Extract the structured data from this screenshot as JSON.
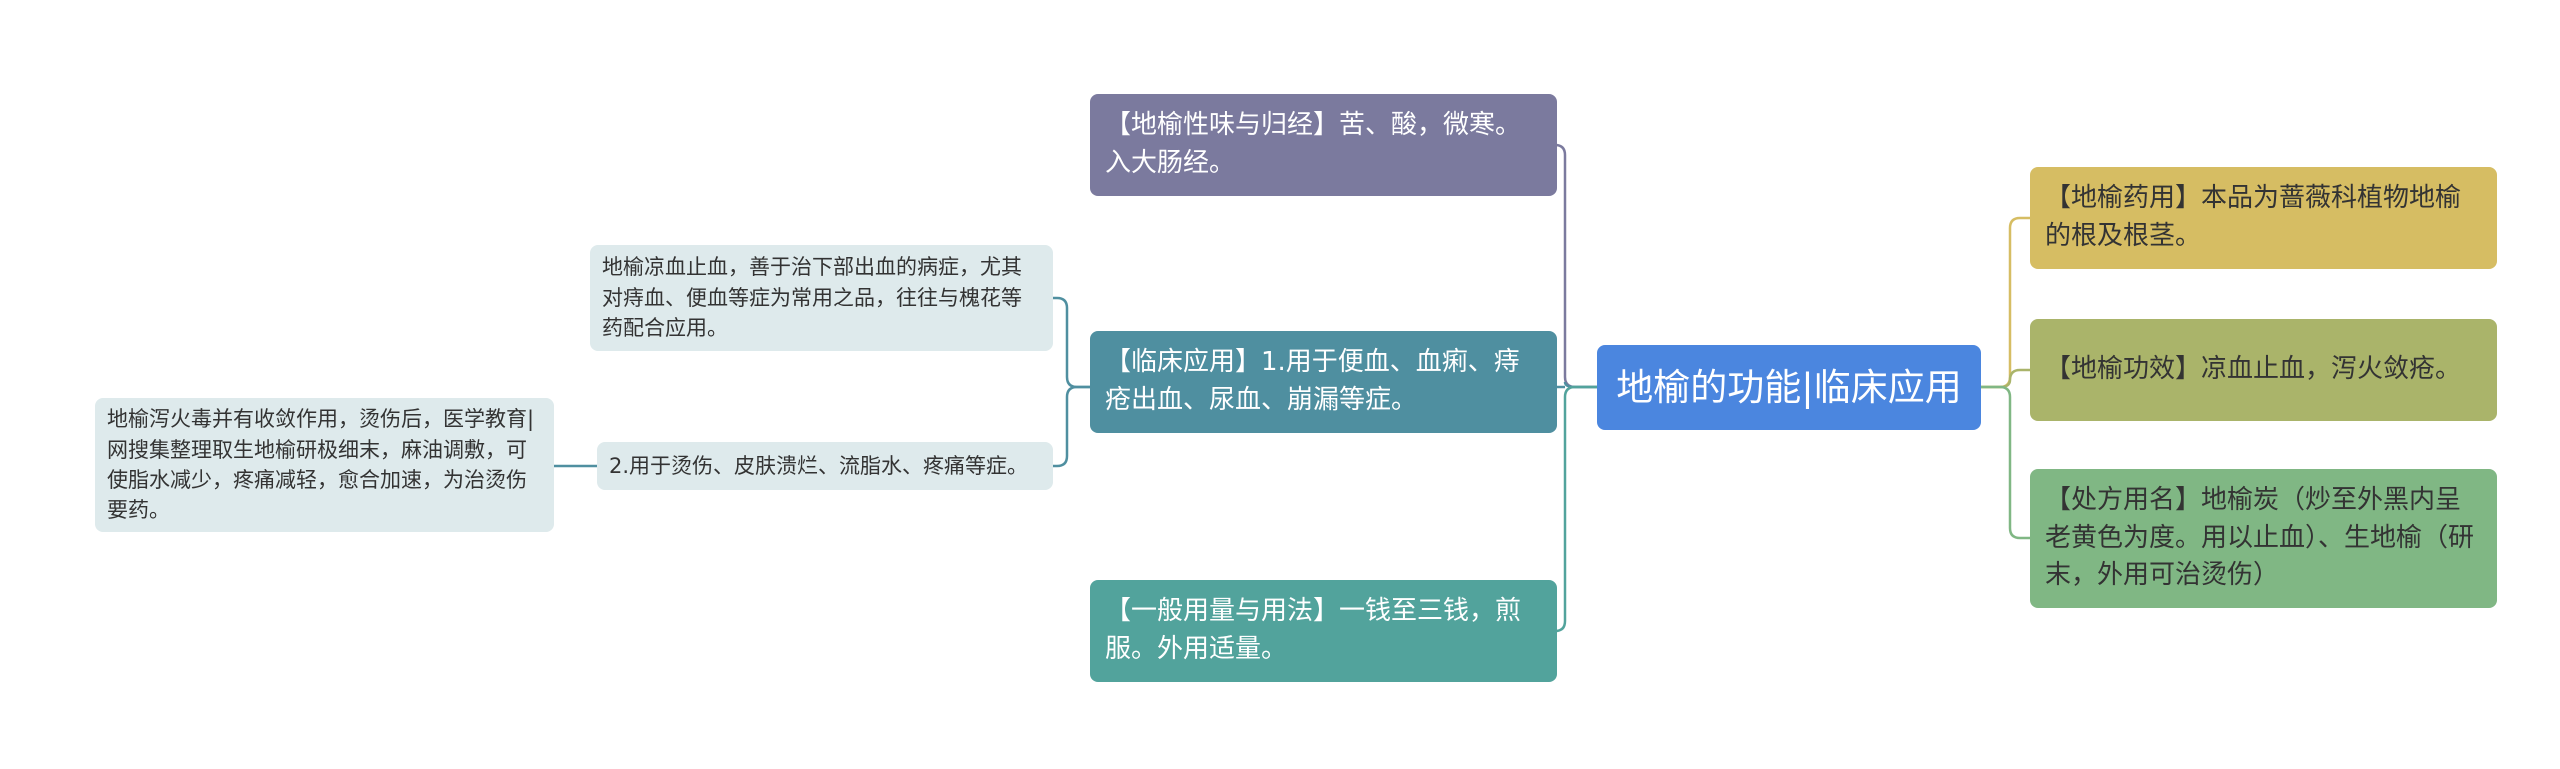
{
  "colors": {
    "root": "#4b86df",
    "xingwei": "#7b7a9e",
    "linchuang": "#4f8fa0",
    "yongliang": "#52a39c",
    "yaoyong": "#d6bd63",
    "gongxiao": "#aab46a",
    "chufang": "#80b784",
    "leaf": "#deeaec"
  },
  "root": {
    "label": "地榆的功能|临床应用"
  },
  "left_branches": {
    "xingwei": "【地榆性味与归经】苦、酸，微寒。入大肠经。",
    "linchuang": "【临床应用】1.用于便血、血痢、痔疮出血、尿血、崩漏等症。",
    "yongliang": "【一般用量与用法】一钱至三钱，煎服。外用适量。"
  },
  "right_branches": {
    "yaoyong": "【地榆药用】本品为蔷薇科植物地榆的根及根茎。",
    "gongxiao": "【地榆功效】凉血止血，泻火敛疮。",
    "chufang": "【处方用名】地榆炭（炒至外黑内呈老黄色为度。用以止血）、生地榆（研末，外用可治烫伤）"
  },
  "clinical_children": {
    "liangxue": "地榆凉血止血，善于治下部出血的病症，尤其对痔血、便血等症为常用之品，往往与槐花等药配合应用。",
    "tangshang": "2.用于烫伤、皮肤溃烂、流脂水、疼痛等症。"
  },
  "burn_children": {
    "xiehuo": "地榆泻火毒并有收敛作用，烫伤后，医学教育|网搜集整理取生地榆研极细末，麻油调敷，可使脂水减少，疼痛减轻，愈合加速，为治烫伤要药。"
  }
}
